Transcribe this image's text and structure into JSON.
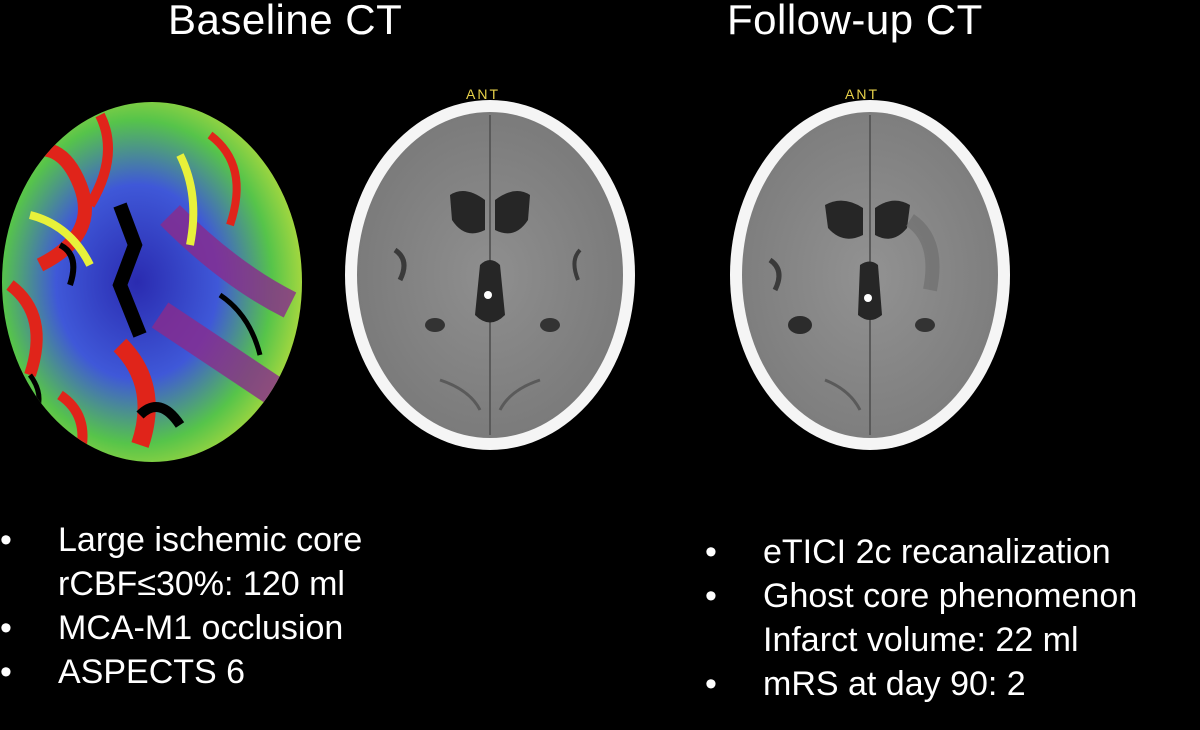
{
  "left": {
    "title": "Baseline CT",
    "bullets": [
      {
        "text": "Large ischemic core",
        "subtext": "rCBF≤30%: 120 ml"
      },
      {
        "text": "MCA-M1 occlusion",
        "subtext": ""
      },
      {
        "text": "ASPECTS 6",
        "subtext": ""
      }
    ]
  },
  "right": {
    "title": "Follow-up CT",
    "bullets": [
      {
        "text": "eTICI 2c recanalization",
        "subtext": ""
      },
      {
        "text": "Ghost core phenomenon",
        "subtext": "Infarct volume: 22 ml"
      },
      {
        "text": "mRS at day 90: 2",
        "subtext": ""
      }
    ]
  },
  "bullet_symbol": "•",
  "colors": {
    "background": "#000000",
    "text": "#ffffff",
    "orientation_marker": "#e8d24a"
  }
}
